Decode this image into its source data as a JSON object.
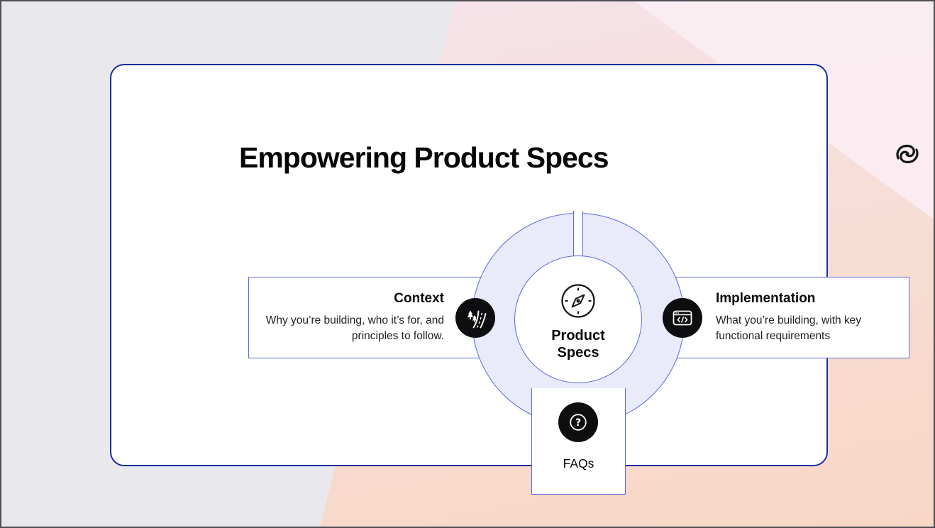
{
  "colors": {
    "accent": "#5a68e0",
    "card_border": "#182f9e",
    "ring_fill": "#e9ebfb",
    "icon_bg": "#0e0e10",
    "background": "#e9e9ed"
  },
  "header": {
    "title": "Empowering Product Specs",
    "logo_icon": "brand-swirl-icon"
  },
  "diagram": {
    "center": {
      "icon": "compass-icon",
      "label_line1": "Product",
      "label_line2": "Specs"
    },
    "context": {
      "title": "Context",
      "description": "Why you’re building, who it’s for, and principles to follow.",
      "icon": "road-trees-icon"
    },
    "implementation": {
      "title": "Implementation",
      "description": "What you’re building, with key functional requirements",
      "icon": "code-window-icon"
    },
    "faqs": {
      "title": "FAQs",
      "icon": "question-mark-icon",
      "icon_glyph": "?"
    }
  }
}
